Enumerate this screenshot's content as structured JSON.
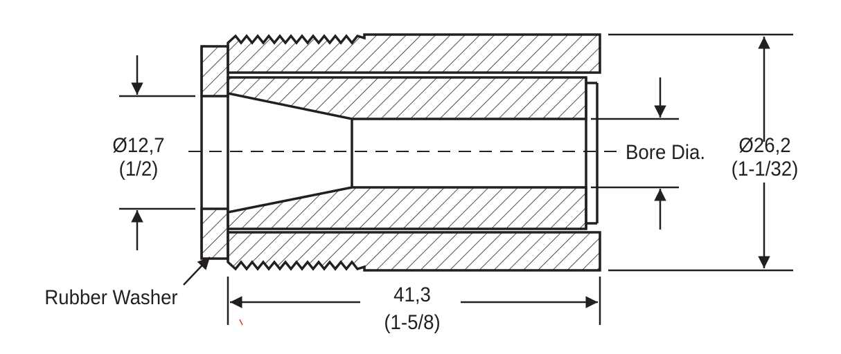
{
  "labels": {
    "left_dia_metric": "Ø12,7",
    "left_dia_imperial": "(1/2)",
    "bore": "Bore Dia.",
    "right_dia_metric": "Ø26,2",
    "right_dia_imperial": "(1-1/32)",
    "length_metric": "41,3",
    "length_imperial": "(1-5/8)",
    "washer": "Rubber Washer"
  },
  "colors": {
    "ink": "#231f20",
    "paper": "#ffffff",
    "stray_mark": "#e03030"
  }
}
